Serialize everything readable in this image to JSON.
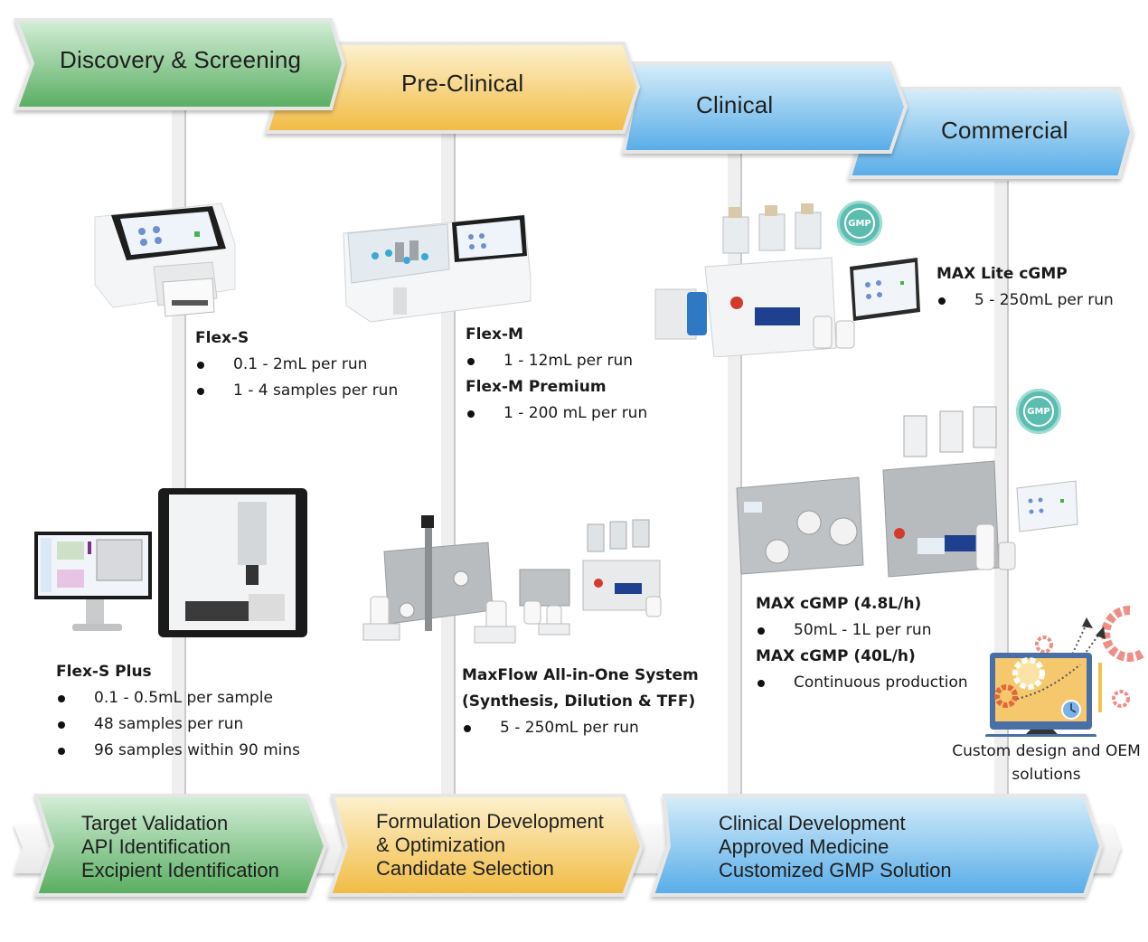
{
  "stages": [
    {
      "id": "discovery",
      "label": "Discovery & Screening",
      "color_top": "#d2ecd6",
      "color_bottom": "#5aae62"
    },
    {
      "id": "preclinical",
      "label": "Pre-Clinical",
      "color_top": "#fcefc8",
      "color_bottom": "#f2bd48"
    },
    {
      "id": "clinical",
      "label": "Clinical",
      "color_top": "#d3ebf8",
      "color_bottom": "#5aaee8"
    },
    {
      "id": "commercial",
      "label": "Commercial",
      "color_top": "#d3ebf8",
      "color_bottom": "#5aaee8"
    }
  ],
  "products": {
    "flex_s": {
      "name": "Flex-S",
      "bullets": [
        "0.1 - 2mL per run",
        "1 - 4 samples per run"
      ]
    },
    "flex_m": {
      "name": "Flex-M",
      "bullets": [
        "1 - 12mL per run"
      ]
    },
    "flex_m_premium": {
      "name": "Flex-M Premium",
      "bullets": [
        "1 - 200 mL per run"
      ]
    },
    "max_lite": {
      "name": "MAX Lite cGMP",
      "bullets": [
        "5 - 250mL per run"
      ]
    },
    "flex_s_plus": {
      "name": "Flex-S Plus",
      "bullets": [
        "0.1 - 0.5mL per sample",
        "48 samples per run",
        "96 samples within 90 mins"
      ]
    },
    "maxflow": {
      "name_line1": "MaxFlow All-in-One System",
      "name_line2": "(Synthesis, Dilution & TFF)",
      "bullets": [
        "5 - 250mL per run"
      ]
    },
    "max_cgmp_48": {
      "name": "MAX cGMP (4.8L/h)",
      "bullets": [
        "50mL - 1L per run"
      ]
    },
    "max_cgmp_40": {
      "name": "MAX cGMP (40L/h)",
      "bullets": [
        "Continuous production"
      ]
    }
  },
  "badges": {
    "gmp": "GMP"
  },
  "oem": {
    "line1": "Custom design and OEM",
    "line2": "solutions"
  },
  "bottom_stages": [
    {
      "lines": [
        "Target Validation",
        "API Identification",
        "Excipient Identification"
      ]
    },
    {
      "lines": [
        "Formulation Development",
        "& Optimization",
        "Candidate Selection"
      ]
    },
    {
      "lines": [
        "Clinical Development",
        "Approved Medicine",
        "Customized GMP Solution"
      ]
    }
  ]
}
